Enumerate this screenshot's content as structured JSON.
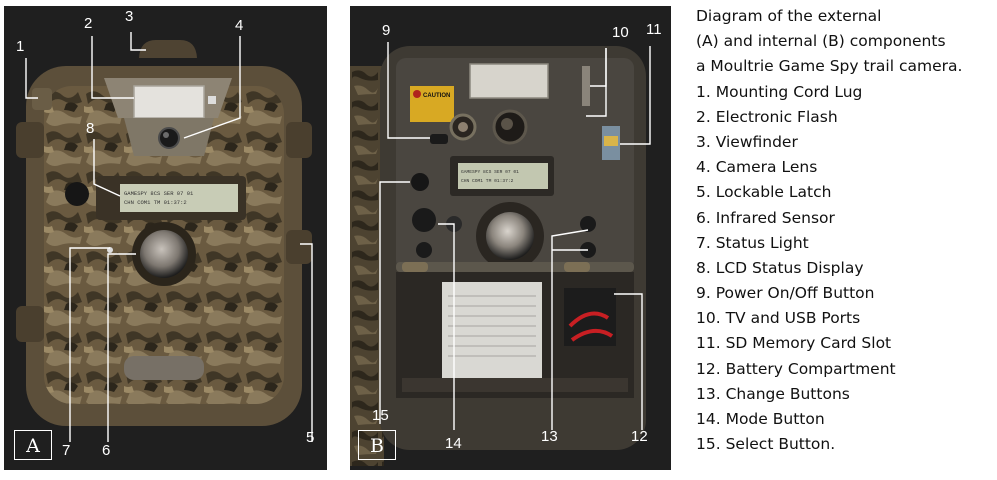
{
  "panels": {
    "a": {
      "tag": "A"
    },
    "b": {
      "tag": "B"
    }
  },
  "callouts_a": [
    "1",
    "2",
    "3",
    "4",
    "8",
    "7",
    "6",
    "5"
  ],
  "callouts_b": [
    "9",
    "10",
    "11",
    "15",
    "14",
    "13",
    "12"
  ],
  "lcd_text": {
    "a1": "GAMESPY 8CS  SER 07 01",
    "a2": "CHN   COM1 TM  01:37:2",
    "b1": "GAMESPY 8CS  SER 07 01",
    "b2": "CHN   COM1 TM  01:37:2"
  },
  "caution_label": "CAUTION",
  "legend": {
    "intro": [
      "Diagram of the external",
      "(A) and internal (B) components",
      "a Moultrie Game Spy trail camera."
    ],
    "items": [
      "1. Mounting Cord Lug",
      "2. Electronic Flash",
      "3. Viewfinder",
      "4. Camera Lens",
      "5. Lockable Latch",
      "6. Infrared Sensor",
      "7. Status Light",
      "8. LCD Status Display",
      "9. Power On/Off Button",
      "10. TV and USB Ports",
      "11. SD Memory Card Slot",
      "12. Battery Compartment",
      "13. Change Buttons",
      "14. Mode Button",
      "15. Select Button."
    ]
  }
}
